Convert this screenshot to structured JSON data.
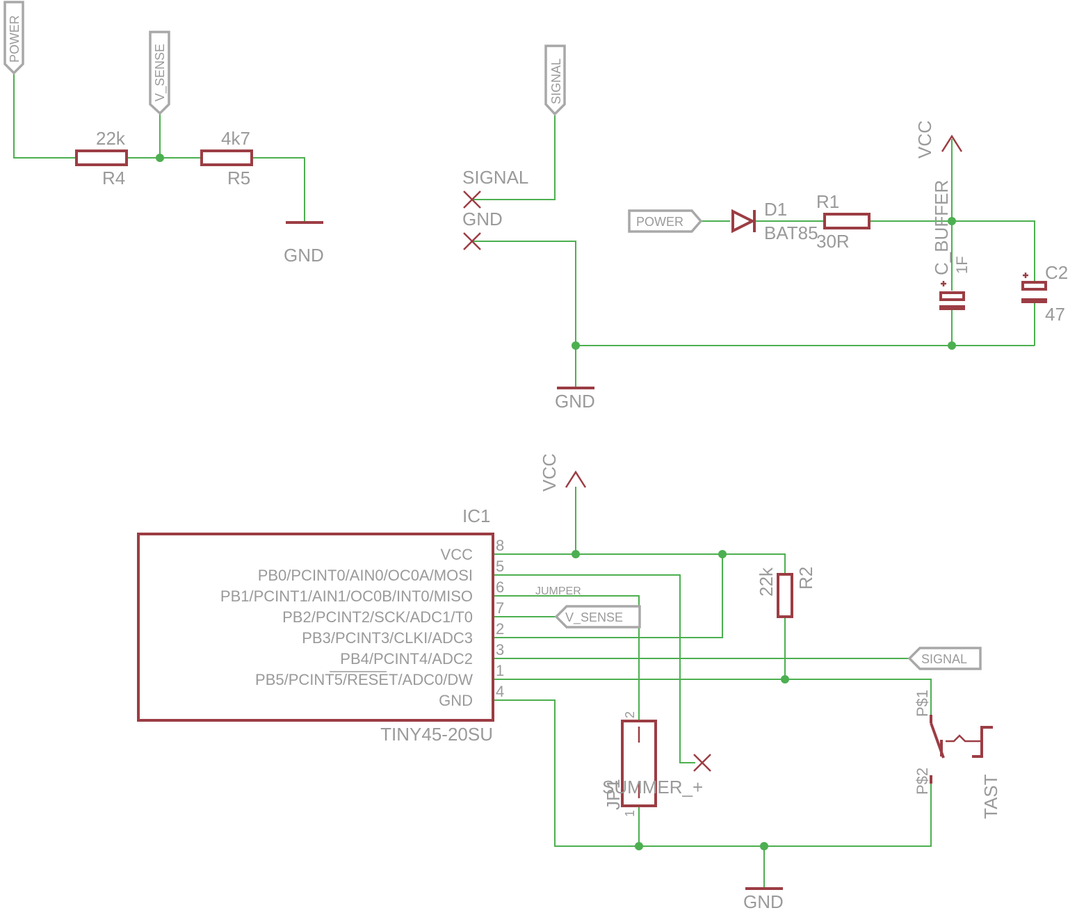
{
  "colors": {
    "wire": "#4caf50",
    "part": "#9c3d44",
    "label": "#9a9a9a",
    "flag": "#a8a8a8"
  },
  "r4": {
    "value": "22k",
    "name": "R4"
  },
  "r5": {
    "value": "4k7",
    "name": "R5"
  },
  "r1": {
    "name": "R1",
    "value": "30R"
  },
  "r2": {
    "value": "22k",
    "name": "R2"
  },
  "d1": {
    "name": "D1",
    "value": "BAT85"
  },
  "c_buffer": {
    "name": "C_BUFFER",
    "value": "1F"
  },
  "c2": {
    "name": "C2",
    "value": "47"
  },
  "connector": {
    "pin1": "SIGNAL",
    "pin2": "GND"
  },
  "supplies": {
    "gnd": "GND",
    "vcc": "VCC"
  },
  "flags": {
    "power": "POWER",
    "v_sense": "V_SENSE",
    "signal": "SIGNAL"
  },
  "ic1": {
    "name": "IC1",
    "value": "TINY45-20SU",
    "pins": [
      {
        "label": "VCC",
        "num": "8"
      },
      {
        "label": "PB0/PCINT0/AIN0/OC0A/MOSI",
        "num": "5"
      },
      {
        "label": "PB1/PCINT1/AIN1/OC0B/INT0/MISO",
        "num": "6"
      },
      {
        "label": "PB2/PCINT2/SCK/ADC1/T0",
        "num": "7"
      },
      {
        "label": "PB3/PCINT3/CLKI/ADC3",
        "num": "2"
      },
      {
        "label": "PB4/PCINT4/ADC2",
        "num": "3"
      },
      {
        "label": "PB5/PCINT5/RESET/ADC0/DW",
        "num": "1"
      },
      {
        "label": "GND",
        "num": "4"
      }
    ]
  },
  "jumper": {
    "net": "JUMPER",
    "name": "JP1",
    "value": "SUMMER_+",
    "pin_top": "2",
    "pin_bottom": "1"
  },
  "switch": {
    "pin1": "P$1",
    "pin2": "P$2",
    "name": "TAST"
  }
}
